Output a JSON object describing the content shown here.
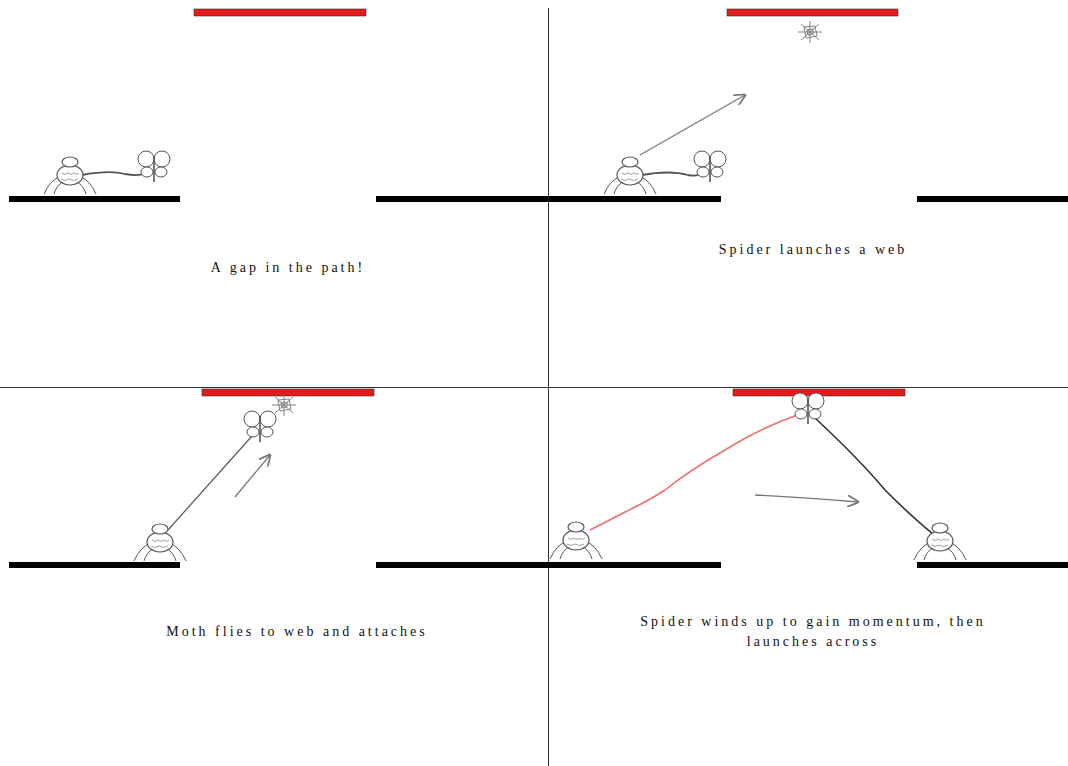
{
  "diagram": {
    "labels": [
      "A gap in the path!",
      "Spider launches a web",
      "Moth flies to web and attaches",
      "Spider winds up to gain momentum, then launches across"
    ]
  }
}
